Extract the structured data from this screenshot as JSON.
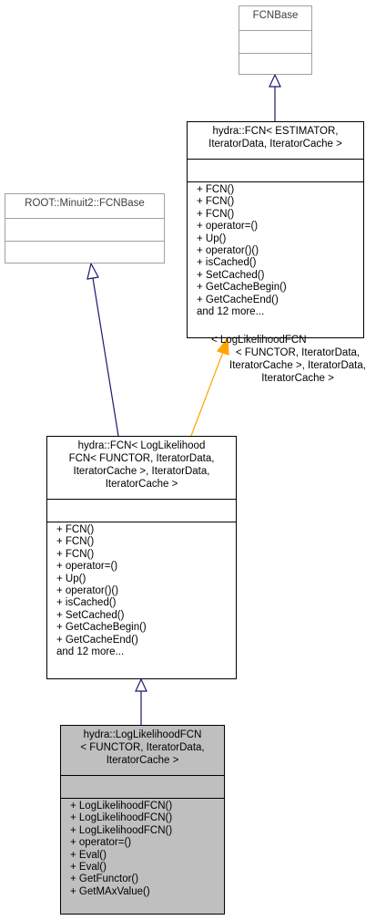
{
  "nodes": {
    "fcnbase": {
      "title": [
        "FCNBase"
      ]
    },
    "fcn_estimator": {
      "title": [
        "hydra::FCN< ESTIMATOR,",
        "IteratorData, IteratorCache >"
      ],
      "methods": [
        "+ FCN()",
        "+ FCN()",
        "+ FCN()",
        "+ operator=()",
        "+ Up()",
        "+ operator()()",
        "+ isCached()",
        "+ SetCached()",
        "+ GetCacheBegin()",
        "+ GetCacheEnd()",
        "and 12 more..."
      ]
    },
    "root_fcnbase": {
      "title": [
        "ROOT::Minuit2::FCNBase"
      ]
    },
    "fcn_loglikelihood": {
      "title": [
        "hydra::FCN< LogLikelihood",
        "FCN< FUNCTOR, IteratorData,",
        "IteratorCache >, IteratorData,",
        "IteratorCache >"
      ],
      "methods": [
        "+ FCN()",
        "+ FCN()",
        "+ FCN()",
        "+ operator=()",
        "+ Up()",
        "+ operator()()",
        "+ isCached()",
        "+ SetCached()",
        "+ GetCacheBegin()",
        "+ GetCacheEnd()",
        "and 12 more..."
      ]
    },
    "loglikelihood_fcn": {
      "title": [
        "hydra::LogLikelihoodFCN",
        "< FUNCTOR, IteratorData,",
        "IteratorCache >"
      ],
      "methods": [
        "+ LogLikelihoodFCN()",
        "+ LogLikelihoodFCN()",
        "+ LogLikelihoodFCN()",
        "+ operator=()",
        "+ Eval()",
        "+ Eval()",
        "+ GetFunctor()",
        "+ GetMAxValue()"
      ]
    }
  },
  "edge_label": [
    "< LogLikelihoodFCN",
    "< FUNCTOR, IteratorData,",
    "IteratorCache >, IteratorData,",
    "IteratorCache >"
  ],
  "colors": {
    "inheritance_edge": "#191970",
    "template_edge": "#ffa500",
    "undocumented_border": "#a0a0a0",
    "highlight_fill": "#bfbfbf"
  }
}
